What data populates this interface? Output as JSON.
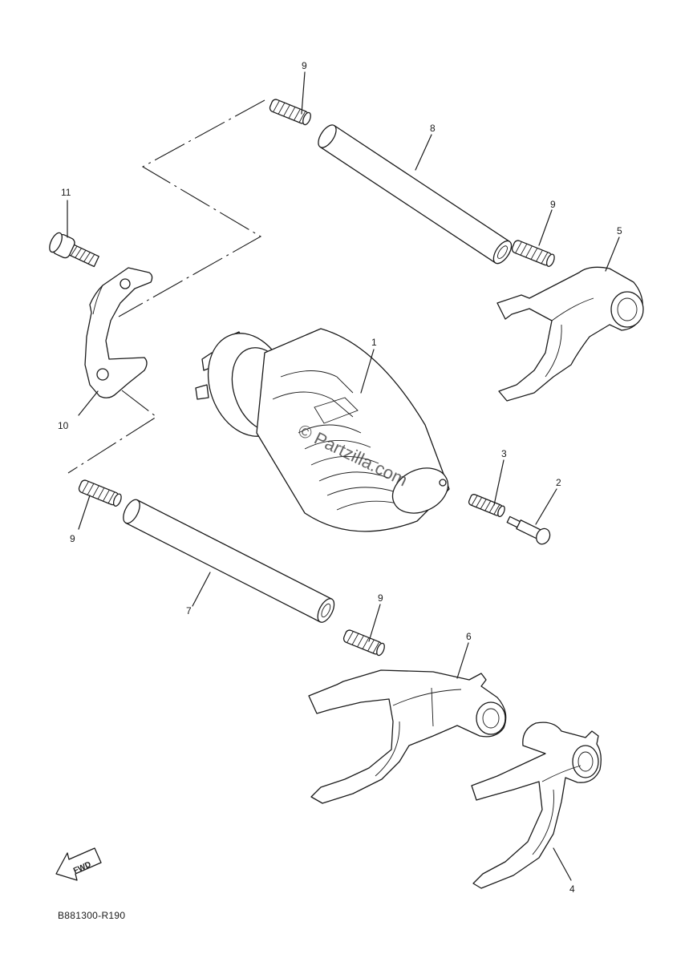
{
  "diagram": {
    "callouts": {
      "c1": "1",
      "c2": "2",
      "c3": "3",
      "c4": "4",
      "c5": "5",
      "c6": "6",
      "c7": "7",
      "c8": "8",
      "c9a": "9",
      "c9b": "9",
      "c9c": "9",
      "c9d": "9",
      "c10": "10",
      "c11": "11"
    },
    "watermark": "© Partzilla.com",
    "fwd_label": "FWD",
    "diagram_code": "B881300-R190"
  }
}
